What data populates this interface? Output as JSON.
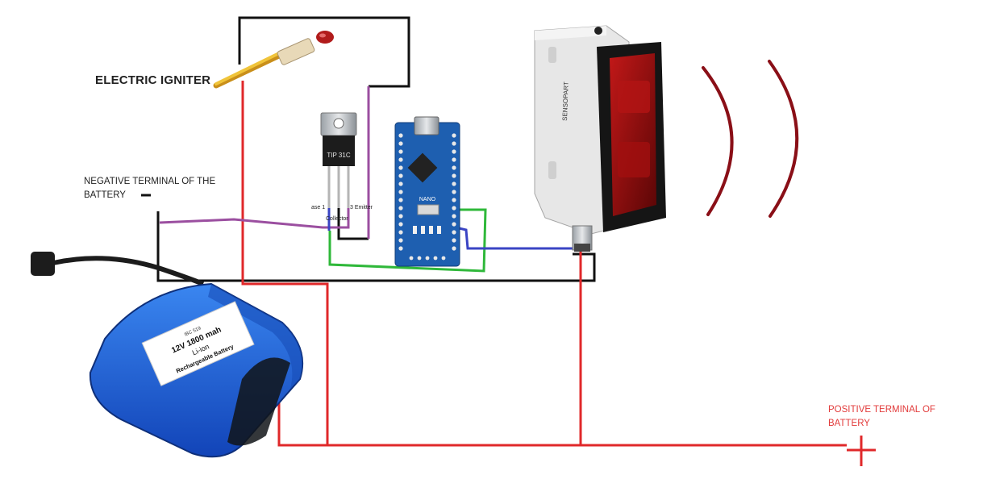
{
  "labels": {
    "igniter": "ELECTRIC IGNITER",
    "negative_terminal": "NEGATIVE TERMINAL OF THE BATTERY",
    "positive_terminal": "POSITIVE TERMINAL OF BATTERY",
    "positive_symbol": "+",
    "negative_symbol": "-"
  },
  "transistor": {
    "part": "TIP 31C",
    "pin_base": "ase 1",
    "pin_emitter": "3  Emitter",
    "pin_collector": "Collector"
  },
  "arduino": {
    "board_label": "NANO"
  },
  "sensor": {
    "brand": "SENSOPART"
  },
  "battery": {
    "line1": "IBC 519",
    "line2": "12V 1800 mah",
    "line3": "Li-ion",
    "line4": "Rechargeable Battery"
  },
  "colors": {
    "positive_wire": "#e0282a",
    "negative_wire": "#111111",
    "base_wire": "#9b4fa0",
    "signal_wire": "#3a44c4",
    "ground_wire": "#2fb83a",
    "battery": "#1f5fd6",
    "sensor_lens": "#9a1010",
    "wave": "#8a0f17"
  }
}
